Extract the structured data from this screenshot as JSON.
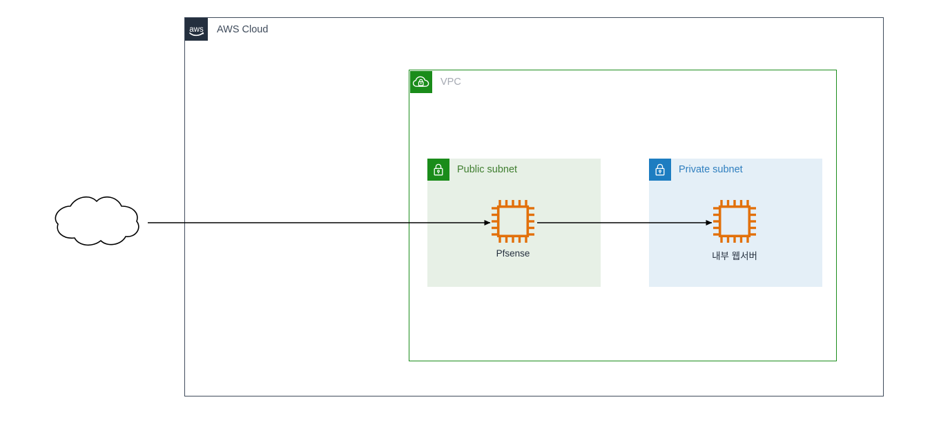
{
  "diagram": {
    "title": "AWS Cloud",
    "type": "aws-architecture"
  },
  "aws_cloud": {
    "label": "AWS Cloud",
    "logo_text": "aws",
    "border_color": "#3f4b5b",
    "badge_color": "#242f3e"
  },
  "vpc": {
    "label": "VPC",
    "icon": "vpc-cloud-lock-icon",
    "border_color": "#1a8c1a",
    "badge_color": "#1a8c1a",
    "label_color": "#a6aab3"
  },
  "subnets": [
    {
      "label": "Public subnet",
      "icon": "lock-icon",
      "fill_color": "#e7f0e6",
      "badge_color": "#1a8c1a",
      "label_color": "#3f7e2f"
    },
    {
      "label": "Private subnet",
      "icon": "lock-icon",
      "fill_color": "#e4eff7",
      "badge_color": "#1d7dc1",
      "label_color": "#2f7fbf"
    }
  ],
  "nodes": [
    {
      "label": "Pfsense",
      "icon": "ec2-instance-chip-icon",
      "color": "#e2700a",
      "subnet": "Public subnet"
    },
    {
      "label": "내부 웹서버",
      "icon": "ec2-instance-chip-icon",
      "color": "#e2700a",
      "subnet": "Private subnet"
    }
  ],
  "internet": {
    "icon": "internet-cloud-icon",
    "stroke_color": "#000000",
    "fill_color": "#ffffff"
  },
  "connections": [
    {
      "from": "internet-cloud",
      "to": "Pfsense",
      "style": "solid-arrow",
      "color": "#000000"
    },
    {
      "from": "Pfsense",
      "to": "내부 웹서버",
      "style": "solid-arrow",
      "color": "#000000"
    }
  ]
}
